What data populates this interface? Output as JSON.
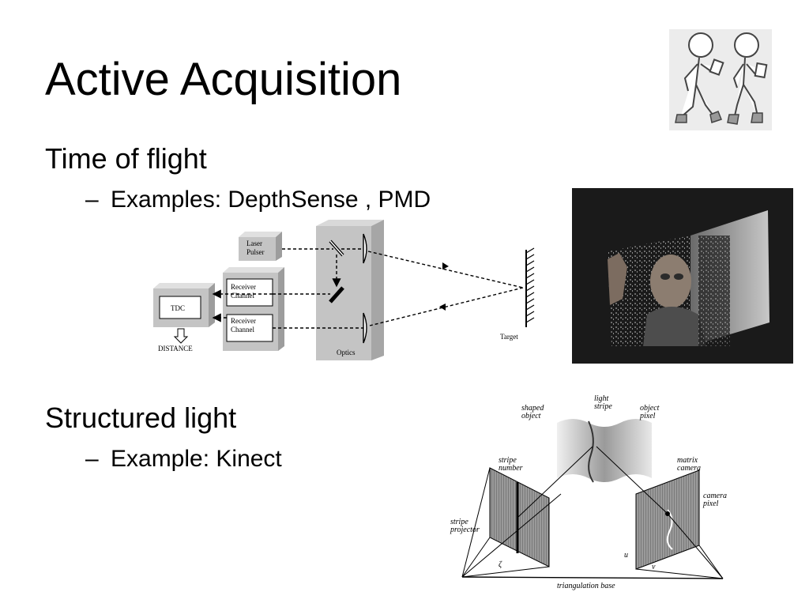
{
  "slide": {
    "title": "Active Acquisition",
    "sections": [
      {
        "heading": "Time of flight",
        "bullet": "Examples: DepthSense , PMD"
      },
      {
        "heading": "Structured light",
        "bullet": "Example: Kinect"
      }
    ],
    "dash": "–"
  },
  "tof_diagram": {
    "laser_label": [
      "Laser",
      "Pulser"
    ],
    "receiver1_label": [
      "Receiver",
      "Channel"
    ],
    "receiver2_label": [
      "Receiver",
      "Channel"
    ],
    "tdc_label": "TDC",
    "distance_label": "DISTANCE",
    "optics_label": "Optics",
    "target_label": "Target"
  },
  "structured_light_diagram": {
    "shaped_object": [
      "shaped",
      "object"
    ],
    "light_stripe": [
      "light",
      "stripe"
    ],
    "object_pixel": [
      "object",
      "pixel"
    ],
    "stripe_number": [
      "stripe",
      "number"
    ],
    "matrix_camera": [
      "matrix",
      "camera"
    ],
    "camera_pixel": [
      "camera",
      "pixel"
    ],
    "stripe_projector": [
      "stripe",
      "projector"
    ],
    "triangulation_base": "triangulation base",
    "u_axis": "u",
    "v_axis": "v",
    "zeta": "ζ"
  },
  "colors": {
    "background": "#ffffff",
    "text": "#000000",
    "photo_bg": "#1a1a1a"
  }
}
